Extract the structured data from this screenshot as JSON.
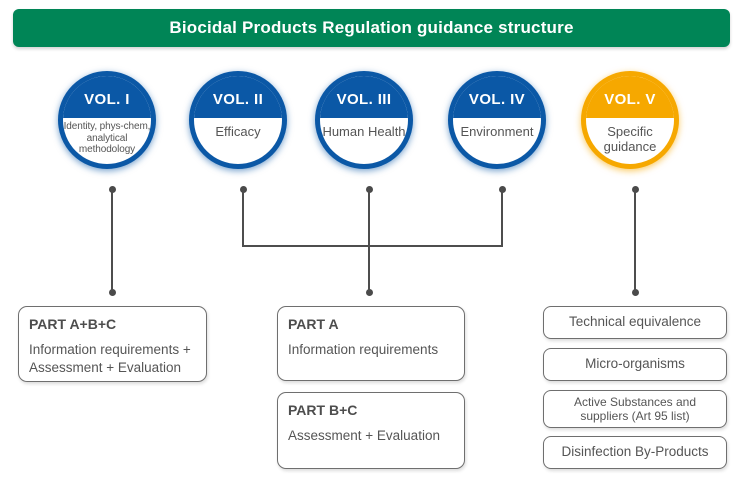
{
  "header": {
    "title": "Biocidal Products Regulation guidance structure"
  },
  "colors": {
    "banner_green": "#008556",
    "volume_blue": "#0B58A6",
    "volume_orange": "#F6A800",
    "connector_gray": "#4D4D4D",
    "box_border_gray": "#6F6F6F",
    "text_gray": "#555555"
  },
  "volumes": [
    {
      "label": "VOL. I",
      "sublabel": "Identity, phys-chem, analytical methodology",
      "color": "blue"
    },
    {
      "label": "VOL. II",
      "sublabel": "Efficacy",
      "color": "blue"
    },
    {
      "label": "VOL. III",
      "sublabel": "Human Health",
      "color": "blue"
    },
    {
      "label": "VOL. IV",
      "sublabel": "Environment",
      "color": "blue"
    },
    {
      "label": "VOL. V",
      "sublabel": "Specific guidance",
      "color": "orange"
    }
  ],
  "part_boxes": [
    {
      "title": "PART A+B+C",
      "body": "Information requirements + Assessment + Evaluation"
    },
    {
      "title": "PART A",
      "body": "Information requirements"
    },
    {
      "title": "PART B+C",
      "body": "Assessment + Evaluation"
    }
  ],
  "guidance_boxes": [
    {
      "label": "Technical equivalence"
    },
    {
      "label": "Micro-organisms"
    },
    {
      "label": "Active Substances and suppliers (Art 95 list)"
    },
    {
      "label": "Disinfection By-Products"
    }
  ]
}
